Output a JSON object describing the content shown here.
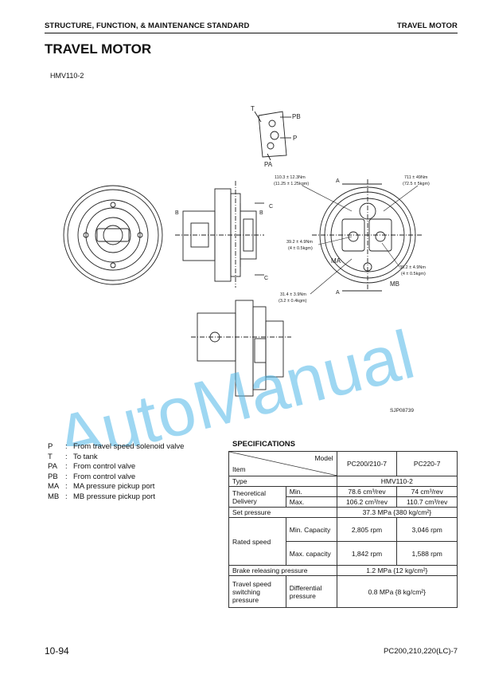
{
  "header": {
    "section_title": "STRUCTURE, FUNCTION, & MAINTENANCE STANDARD",
    "right_title": "TRAVEL MOTOR"
  },
  "page_title": "TRAVEL MOTOR",
  "model_code": "HMV110-2",
  "figure": {
    "ports": {
      "T": "T",
      "PB": "PB",
      "P": "P",
      "PA": "PA",
      "MA": "MA",
      "MB": "MB"
    },
    "section_marks": {
      "A": "A",
      "B": "B",
      "C": "C"
    },
    "torque_1_line1": "110.3 ± 12.3Nm",
    "torque_1_line2": "(11.25 ± 1.25kgm)",
    "torque_2_line1": "711 ± 49Nm",
    "torque_2_line2": "(72.5 ± 5kgm)",
    "torque_3_line1": "39.2 ± 4.9Nm",
    "torque_3_line2": "(4 ± 0.5kgm)",
    "torque_4_line1": "39.2 ± 4.9Nm",
    "torque_4_line2": "(4 ± 0.5kgm)",
    "torque_5_line1": "31.4 ± 3.9Nm",
    "torque_5_line2": "(3.2 ± 0.4kgm)",
    "figure_code": "SJP08739"
  },
  "watermark": "AutoManual",
  "legend": [
    {
      "key": "P",
      "text": "From travel speed solenoid valve"
    },
    {
      "key": "T",
      "text": "To tank"
    },
    {
      "key": "PA",
      "text": "From control valve"
    },
    {
      "key": "PB",
      "text": "From control valve"
    },
    {
      "key": "MA",
      "text": "MA pressure pickup port"
    },
    {
      "key": "MB",
      "text": "MB pressure pickup port"
    }
  ],
  "specs": {
    "title": "SPECIFICATIONS",
    "model_label": "Model",
    "item_label": "Item",
    "model_1": "PC200/210-7",
    "model_2": "PC220-7",
    "type_label": "Type",
    "type_value": "HMV110-2",
    "delivery_label": "Theoretical Delivery",
    "min_label": "Min.",
    "max_label": "Max.",
    "delivery_min_1": "78.6 cm³/rev",
    "delivery_min_2": "74 cm³/rev",
    "delivery_max_1": "106.2 cm³/rev",
    "delivery_max_2": "110.7 cm³/rev",
    "set_pressure_label": "Set pressure",
    "set_pressure_value": "37.3 MPa {380 kg/cm²}",
    "rated_speed_label": "Rated speed",
    "min_capacity_label": "Min. Capacity",
    "max_capacity_label": "Max. capacity",
    "speed_min_1": "2,805 rpm",
    "speed_min_2": "3,046 rpm",
    "speed_max_1": "1,842 rpm",
    "speed_max_2": "1,588 rpm",
    "brake_label": "Brake releasing pressure",
    "brake_value": "1.2 MPa {12 kg/cm²}",
    "switch_label": "Travel speed switching pressure",
    "differential_label": "Differential pressure",
    "switch_value": "0.8 MPa {8 kg/cm²}"
  },
  "footer": {
    "page_number": "10-94",
    "models": "PC200,210,220(LC)-7"
  }
}
